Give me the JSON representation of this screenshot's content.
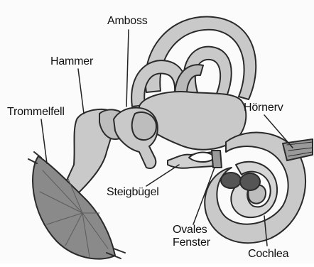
{
  "labels": {
    "amboss": "Amboss",
    "hammer": "Hammer",
    "trommelfell": "Trommelfell",
    "hoernerv": "Hörnerv",
    "steigbuegel": "Steigbügel",
    "ovales_line1": "Ovales",
    "ovales_line2": "Fenster",
    "cochlea": "Cochlea"
  },
  "colors": {
    "outline": "#2a2a2a",
    "tissue": "#c9c9c9",
    "tissue_dark": "#9a9a9a",
    "membrane": "#8a8a8a",
    "background": "#fbfbfb"
  }
}
